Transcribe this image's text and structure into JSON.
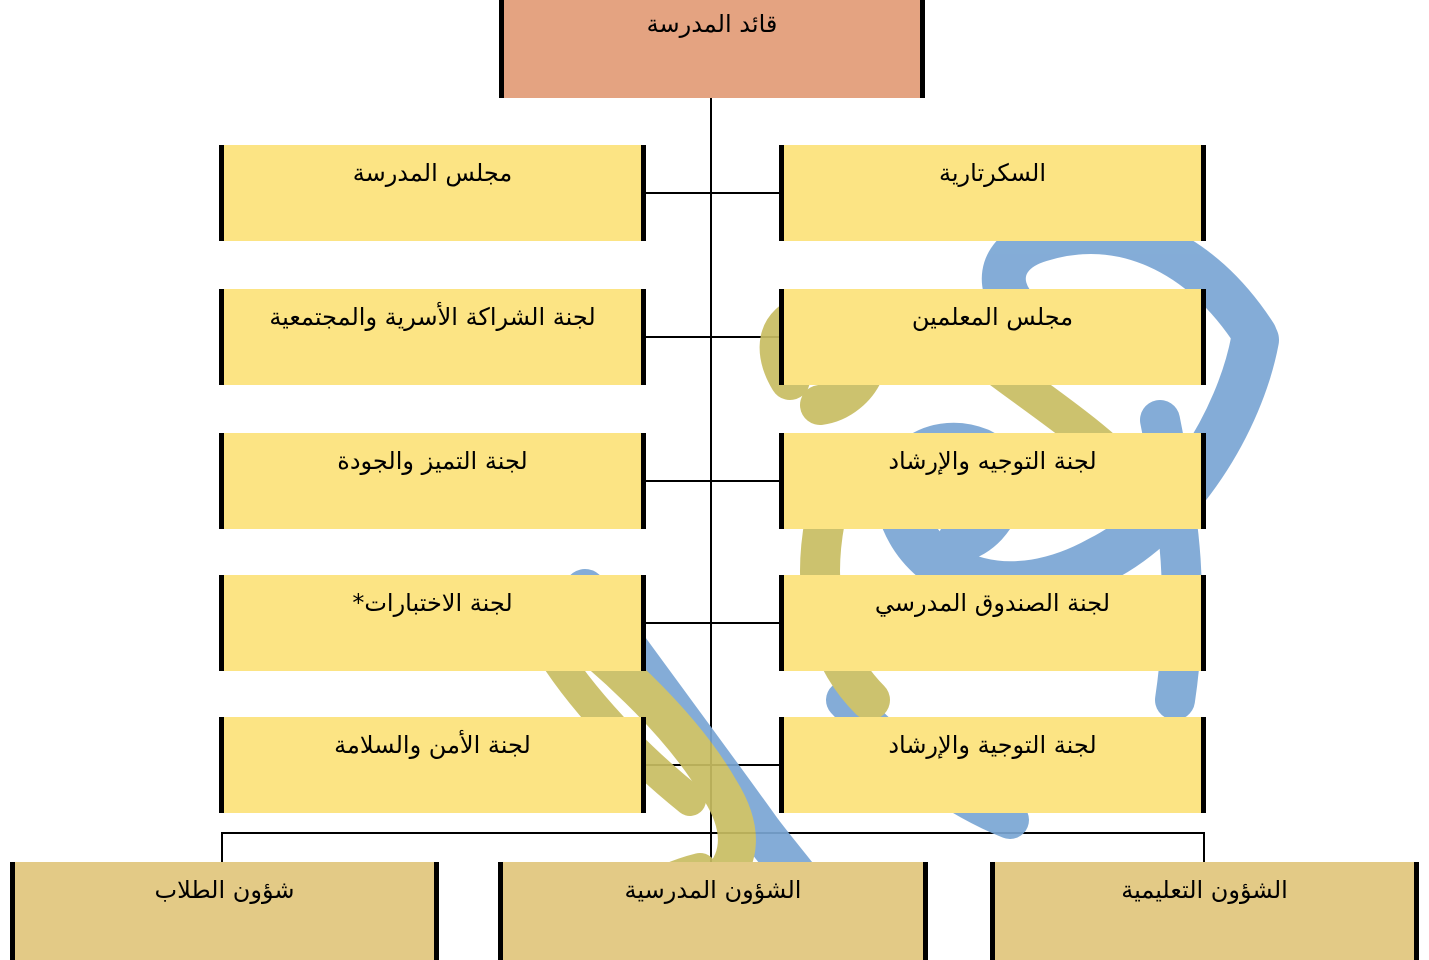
{
  "colors": {
    "leader_fill": "#e4a381",
    "committee_fill": "#fce484",
    "affairs_fill": "#e3ca86",
    "watermark_blue": "#7aa6d4",
    "watermark_olive": "#c8bd62"
  },
  "leader": {
    "label": "قائد المدرسة"
  },
  "right_column": [
    {
      "label": "السكرتارية"
    },
    {
      "label": "مجلس المعلمين"
    },
    {
      "label": "لجنة التوجيه والإرشاد"
    },
    {
      "label": "لجنة الصندوق المدرسي"
    },
    {
      "label": "لجنة التوجية والإرشاد"
    }
  ],
  "left_column": [
    {
      "label": "مجلس المدرسة"
    },
    {
      "label": "لجنة الشراكة الأسرية والمجتمعية"
    },
    {
      "label": "لجنة التميز والجودة"
    },
    {
      "label": "لجنة الاختبارات*"
    },
    {
      "label": "لجنة الأمن والسلامة"
    }
  ],
  "bottom_row": [
    {
      "label": "الشؤون التعليمية"
    },
    {
      "label": "الشؤون المدرسية"
    },
    {
      "label": "شؤون الطلاب"
    }
  ]
}
